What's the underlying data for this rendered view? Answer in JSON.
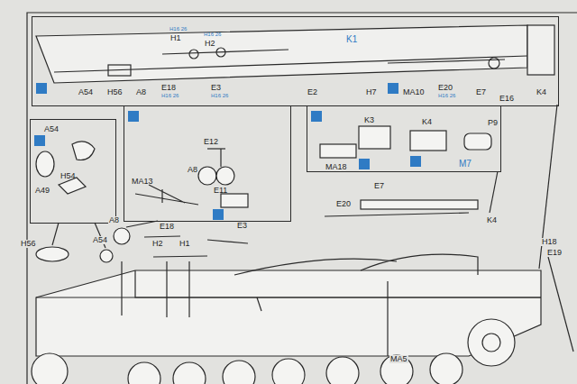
{
  "diagram": {
    "nodes": [
      {
        "text": [
          "H16 26",
          "H1",
          "H16 26",
          "H2",
          "K1",
          "A54",
          "H56",
          "A8",
          "E18",
          "H16 26",
          "E3",
          "H16 26",
          "E2",
          "H7",
          "MA10",
          "E20",
          "H16 26",
          "E7",
          "E16",
          "K4"
        ]
      },
      {
        "text": [
          "A54",
          "H54",
          "A49"
        ]
      },
      {
        "text": [
          "E12",
          "A8",
          "MA13",
          "E11"
        ]
      },
      {
        "text": [
          "K3",
          "K4",
          "P9",
          "MA18",
          "M7"
        ]
      }
    ],
    "labels": [
      "A8",
      "E18",
      "E3",
      "A54",
      "H2",
      "H1",
      "H56",
      "E7",
      "E20",
      "K4",
      "H18",
      "E19",
      "MA5"
    ]
  }
}
